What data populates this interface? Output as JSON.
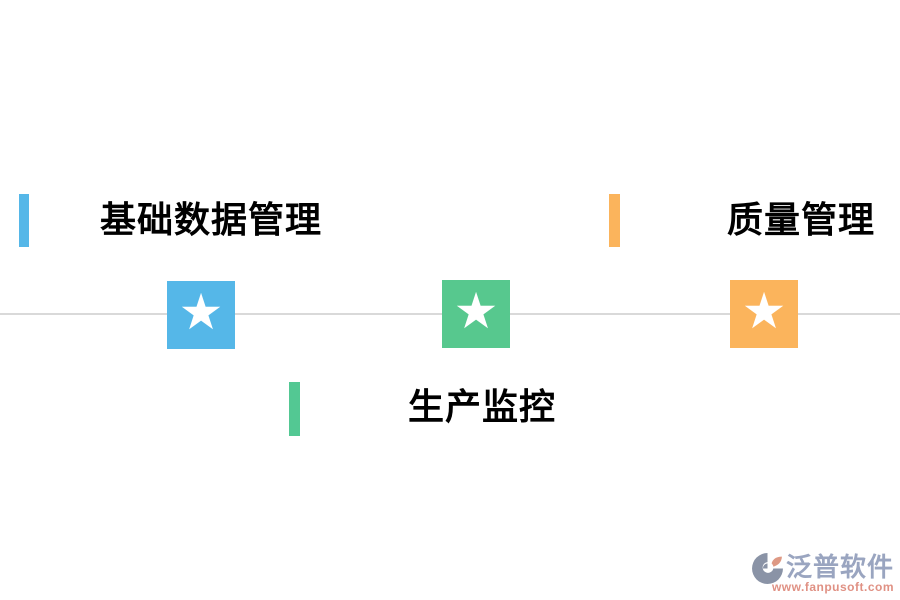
{
  "page": {
    "background": "#FFFFFF"
  },
  "divider": {
    "color": "#D9D9D9"
  },
  "sections": [
    {
      "label": "基础数据管理",
      "accent_color": "#55B7E8"
    },
    {
      "label": "质量管理",
      "accent_color": "#FBB45C"
    },
    {
      "label": "生产监控",
      "accent_color": "#53C893"
    }
  ],
  "tiles": [
    {
      "icon": "star-icon",
      "glyph": "★",
      "color": "#55B7E8"
    },
    {
      "icon": "star-icon",
      "glyph": "★",
      "color": "#57C88E"
    },
    {
      "icon": "star-icon",
      "glyph": "★",
      "color": "#FBB45C"
    }
  ],
  "footer": {
    "brand": "泛普软件",
    "url": "www.fanpusoft.com",
    "brand_color": "#9AA5C0",
    "url_color": "#E09184",
    "logo_gray": "#8A93A6",
    "logo_salmon": "#DE9984"
  }
}
